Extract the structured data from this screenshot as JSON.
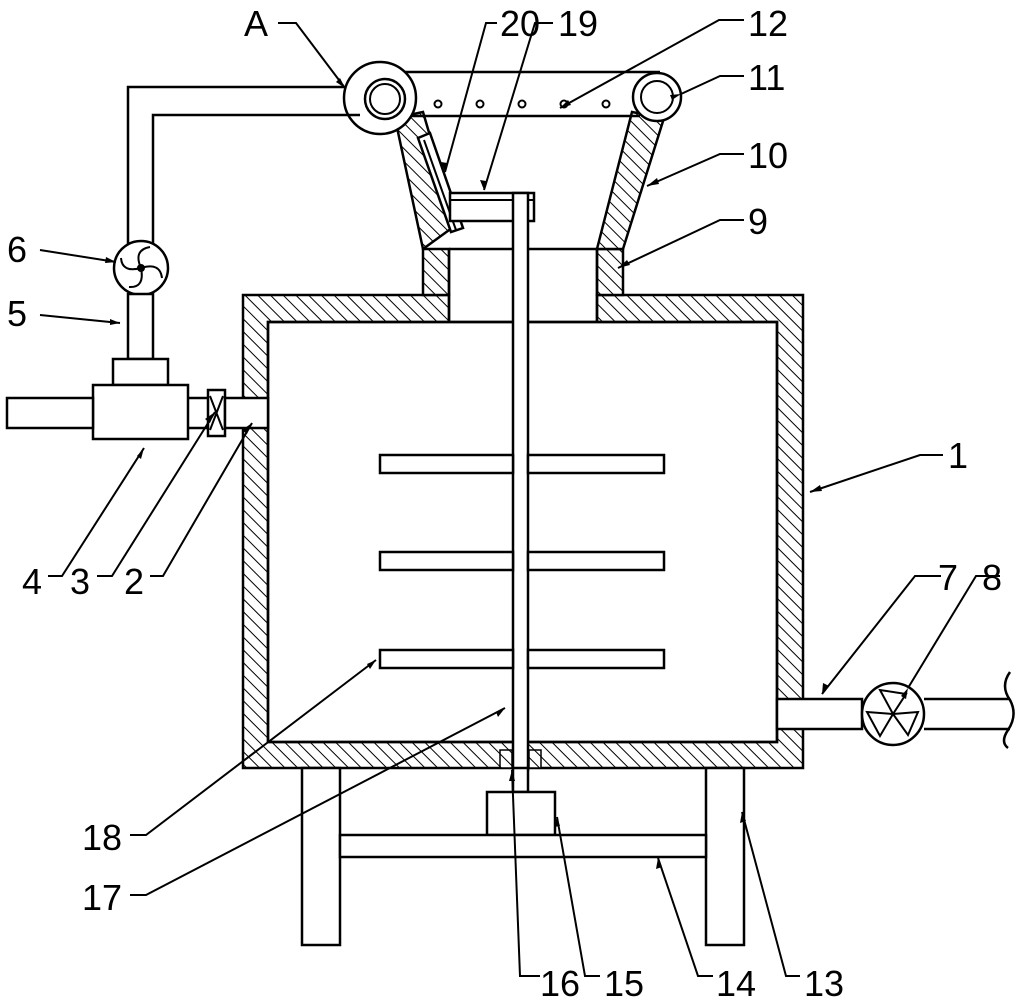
{
  "labels": {
    "A": "A",
    "n1": "1",
    "n2": "2",
    "n3": "3",
    "n4": "4",
    "n5": "5",
    "n6": "6",
    "n7": "7",
    "n8": "8",
    "n9": "9",
    "n10": "10",
    "n11": "11",
    "n12": "12",
    "n13": "13",
    "n14": "14",
    "n15": "15",
    "n16": "16",
    "n17": "17",
    "n18": "18",
    "n19": "19",
    "n20": "20"
  }
}
